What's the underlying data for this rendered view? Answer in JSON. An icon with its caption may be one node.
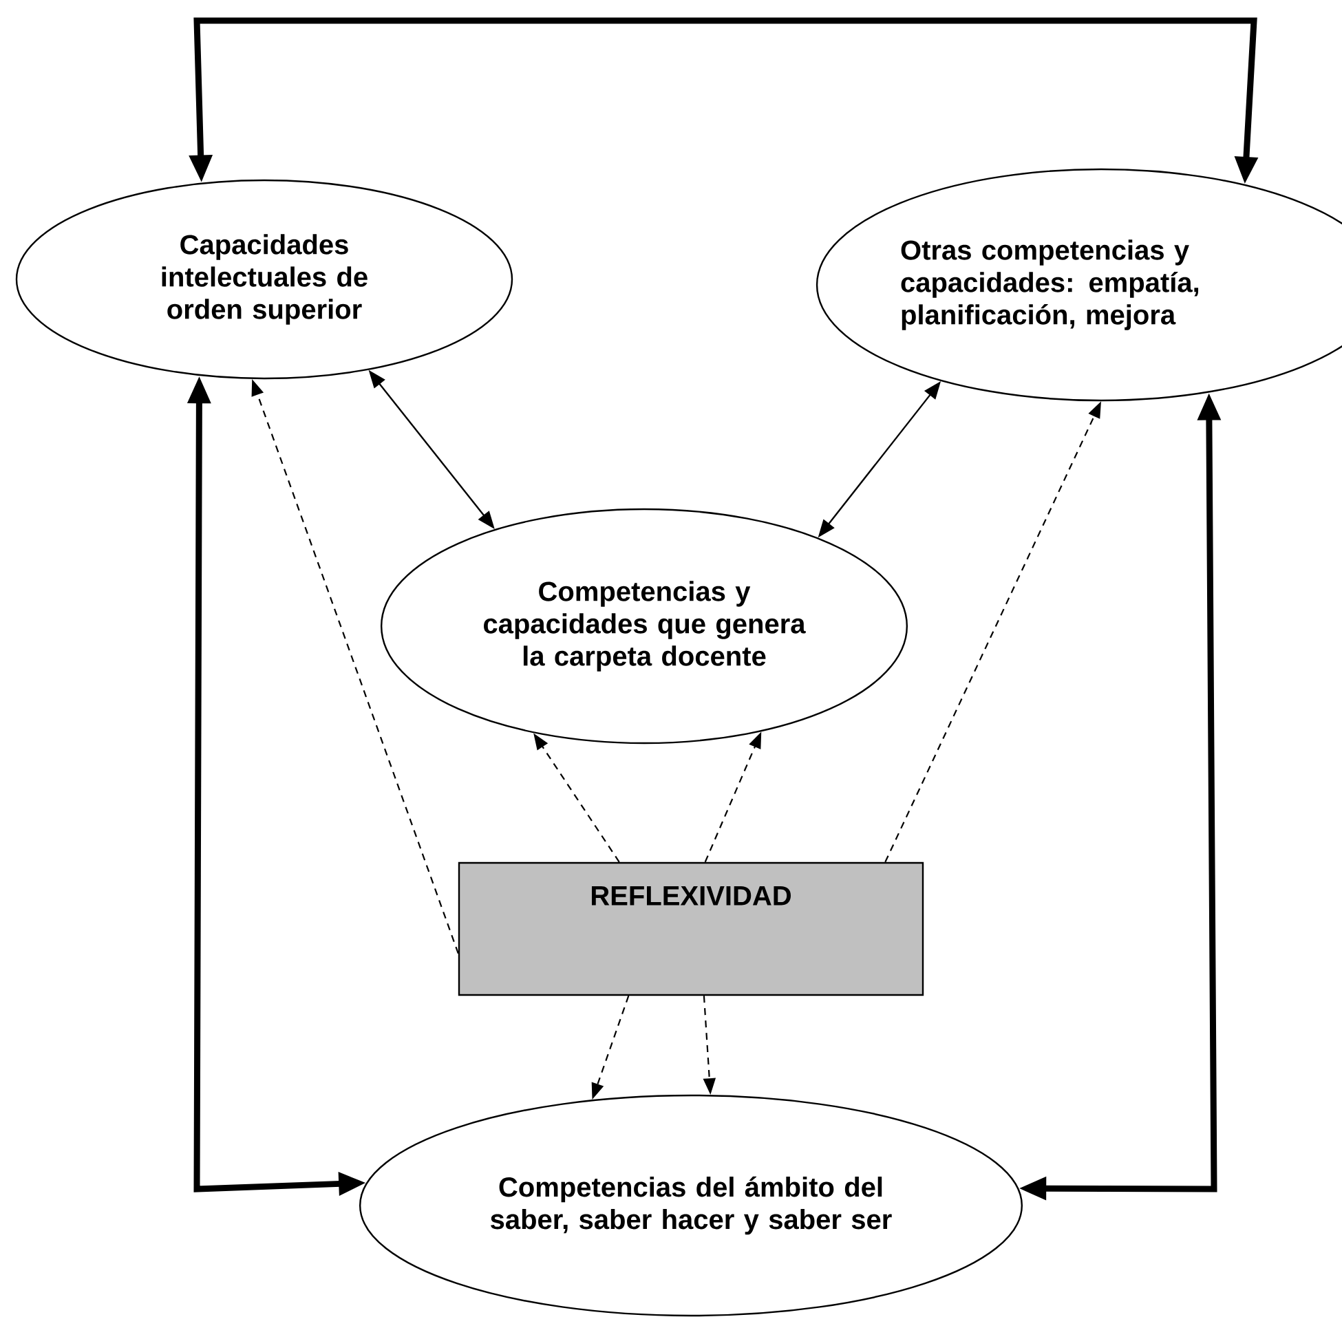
{
  "diagram": {
    "nodes": [
      {
        "text": [
          "Capacidades intelectuales de orden superior"
        ]
      },
      {
        "text": [
          "Otras competencias y capacidades: empatía, planificación, mejora"
        ]
      },
      {
        "text": [
          "Competencias y capacidades que genera la carpeta docente"
        ]
      },
      {
        "text": [
          "REFLEXIVIDAD"
        ]
      },
      {
        "text": [
          "Competencias del ámbito del saber, saber hacer y saber ser"
        ]
      }
    ],
    "edges": [
      {
        "from": 0,
        "to": 1,
        "arrow": "both",
        "style": "thick"
      },
      {
        "from": 0,
        "to": 4,
        "arrow": "both",
        "style": "thick"
      },
      {
        "from": 1,
        "to": 4,
        "arrow": "both",
        "style": "thick"
      },
      {
        "from": 0,
        "to": 2,
        "arrow": "both"
      },
      {
        "from": 1,
        "to": 2,
        "arrow": "both"
      },
      {
        "from": 3,
        "to": 0,
        "arrow": "to",
        "style": "dashed"
      },
      {
        "from": 3,
        "to": 1,
        "arrow": "to",
        "style": "dashed"
      },
      {
        "from": 3,
        "to": 2,
        "arrow": "to",
        "style": "dashed"
      },
      {
        "from": 3,
        "to": 2,
        "arrow": "to",
        "style": "dashed"
      },
      {
        "from": 3,
        "to": 4,
        "arrow": "to",
        "style": "dashed"
      },
      {
        "from": 3,
        "to": 4,
        "arrow": "to",
        "style": "dashed"
      }
    ]
  }
}
